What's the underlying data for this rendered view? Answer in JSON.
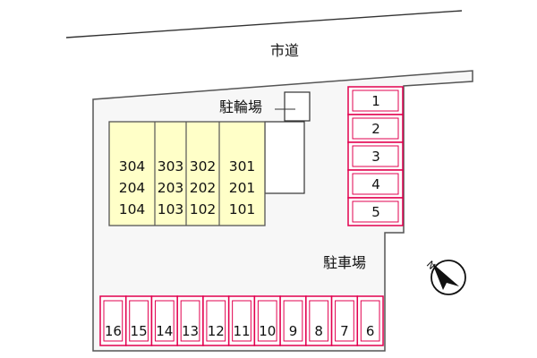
{
  "road": {
    "label": "市道"
  },
  "bicycle_parking": {
    "label": "駐輪場"
  },
  "car_parking": {
    "label": "駐車場",
    "right_spaces": [
      "1",
      "2",
      "3",
      "4",
      "5"
    ],
    "bottom_spaces": [
      "16",
      "15",
      "14",
      "13",
      "12",
      "11",
      "10",
      "9",
      "8",
      "7",
      "6"
    ]
  },
  "building": {
    "columns": [
      [
        "304",
        "204",
        "104"
      ],
      [
        "303",
        "203",
        "103"
      ],
      [
        "302",
        "202",
        "102"
      ],
      [
        "301",
        "201",
        "101"
      ]
    ]
  },
  "compass": {
    "label": "N",
    "icon": "north-arrow-icon"
  },
  "colors": {
    "building_fill": "#ffffc8",
    "parking_stroke": "#e2004f",
    "parking_fill": "#ffffff",
    "line": "#333333"
  }
}
